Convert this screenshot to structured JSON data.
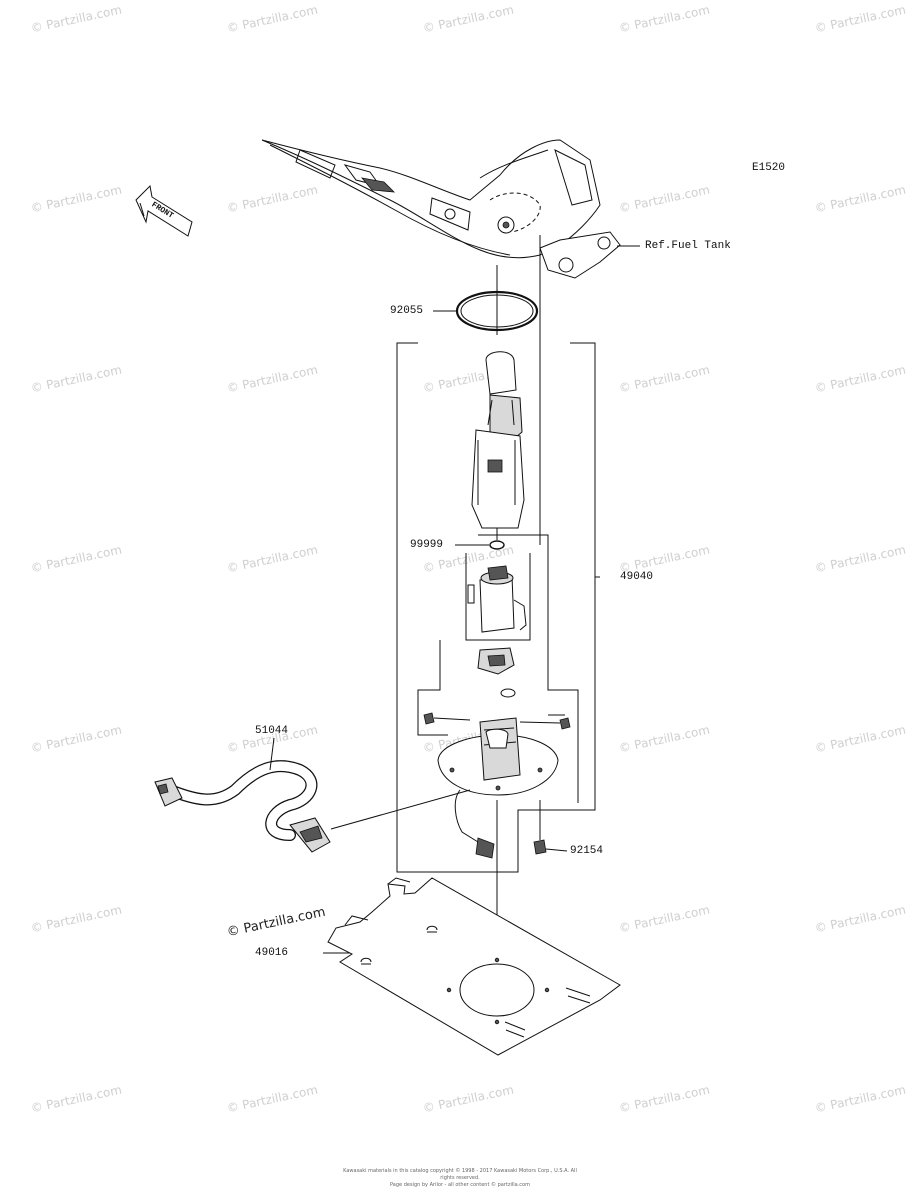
{
  "diagram": {
    "code": "E1520",
    "ref_label": "Ref.Fuel Tank",
    "front_label": "FRONT",
    "parts": [
      {
        "number": "92055"
      },
      {
        "number": "99999"
      },
      {
        "number": "49040"
      },
      {
        "number": "51044"
      },
      {
        "number": "92154"
      },
      {
        "number": "49016"
      }
    ]
  },
  "watermark": {
    "text": "© Partzilla.com",
    "stamp_text": "© Partzilla.com"
  },
  "footer": {
    "line1": "Kawasaki materials in this catalog copyright © 1998 - 2017 Kawasaki Motors Corp., U.S.A. All rights reserved.",
    "line2": "Page design by Arilor - all other content © partzilla.com"
  }
}
